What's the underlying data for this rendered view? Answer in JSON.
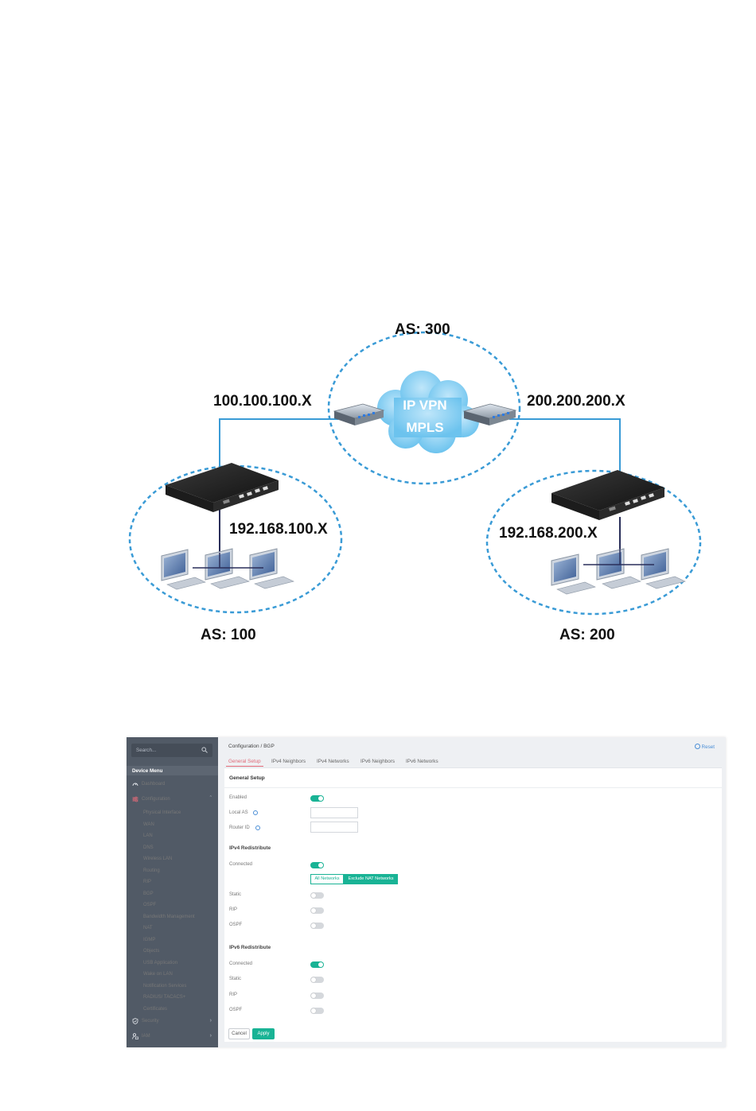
{
  "diagram": {
    "as_top": "AS: 300",
    "cloud_line1": "IP VPN",
    "cloud_line2": "MPLS",
    "link_left": "100.100.100.X",
    "link_right": "200.200.200.X",
    "lan_left": "192.168.100.X",
    "lan_right": "192.168.200.X",
    "as_left": "AS: 100",
    "as_right": "AS: 200",
    "colors": {
      "dashed_circle": "#3a9bd6",
      "link_line": "#3a9bd6",
      "cloud": "#8fd0f2"
    }
  },
  "app": {
    "search": {
      "placeholder": "Search..."
    },
    "sidebar": {
      "title": "Device Menu",
      "dashboard": "Dashboard",
      "configuration": "Configuration",
      "sub_items": [
        "Physical Interface",
        "WAN",
        "LAN",
        "DNS",
        "Wireless LAN",
        "Routing",
        "RIP",
        "BGP",
        "OSPF",
        "Bandwidth Management",
        "NAT",
        "IGMP",
        "Objects",
        "USB Application",
        "Wake on LAN",
        "Notification Services",
        "RADIUS/ TACACS+",
        "Certificates"
      ],
      "security": "Security",
      "iam": "IAM"
    },
    "breadcrumb": "Configuration / BGP",
    "reset": "Reset",
    "tabs": [
      "General Setup",
      "IPv4 Neighbors",
      "IPv4 Networks",
      "IPv6 Neighbors",
      "IPv6 Networks"
    ],
    "card_title": "General Setup",
    "enabled_label": "Enabled",
    "local_as_label": "Local AS",
    "router_id_label": "Router ID",
    "ipv4_section": "IPv4 Redistribute",
    "ipv4": {
      "connected": "Connected",
      "static": "Static",
      "rip": "RIP",
      "ospf": "OSPF"
    },
    "seg_all": "All Networks",
    "seg_exclude": "Exclude NAT Networks",
    "ipv6_section": "IPv6 Redistribute",
    "ipv6": {
      "connected": "Connected",
      "static": "Static",
      "rip": "RIP",
      "ospf": "OSPF"
    },
    "cancel": "Cancel",
    "apply": "Apply",
    "colors": {
      "accent_green": "#19b395",
      "active_red": "#e06a78",
      "sidebar_bg": "#515a66"
    }
  }
}
